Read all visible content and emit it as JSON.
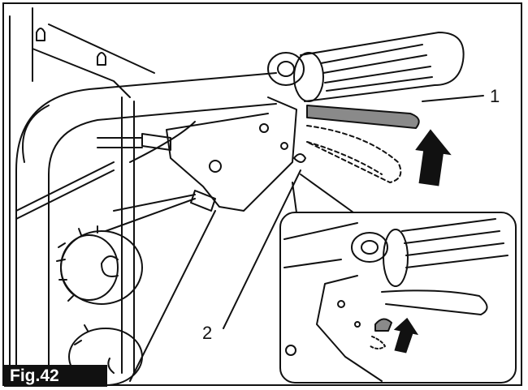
{
  "figure": {
    "label": "Fig.42",
    "callouts": [
      {
        "id": "1",
        "text": "1"
      },
      {
        "id": "2",
        "text": "2"
      }
    ]
  },
  "colors": {
    "lever_highlight": "#8a8a8a",
    "line": "#111111",
    "arrow": "#111111"
  },
  "icons": [
    "arrow-up-icon",
    "choke-lever-icon",
    "throttle-lever-icon"
  ]
}
